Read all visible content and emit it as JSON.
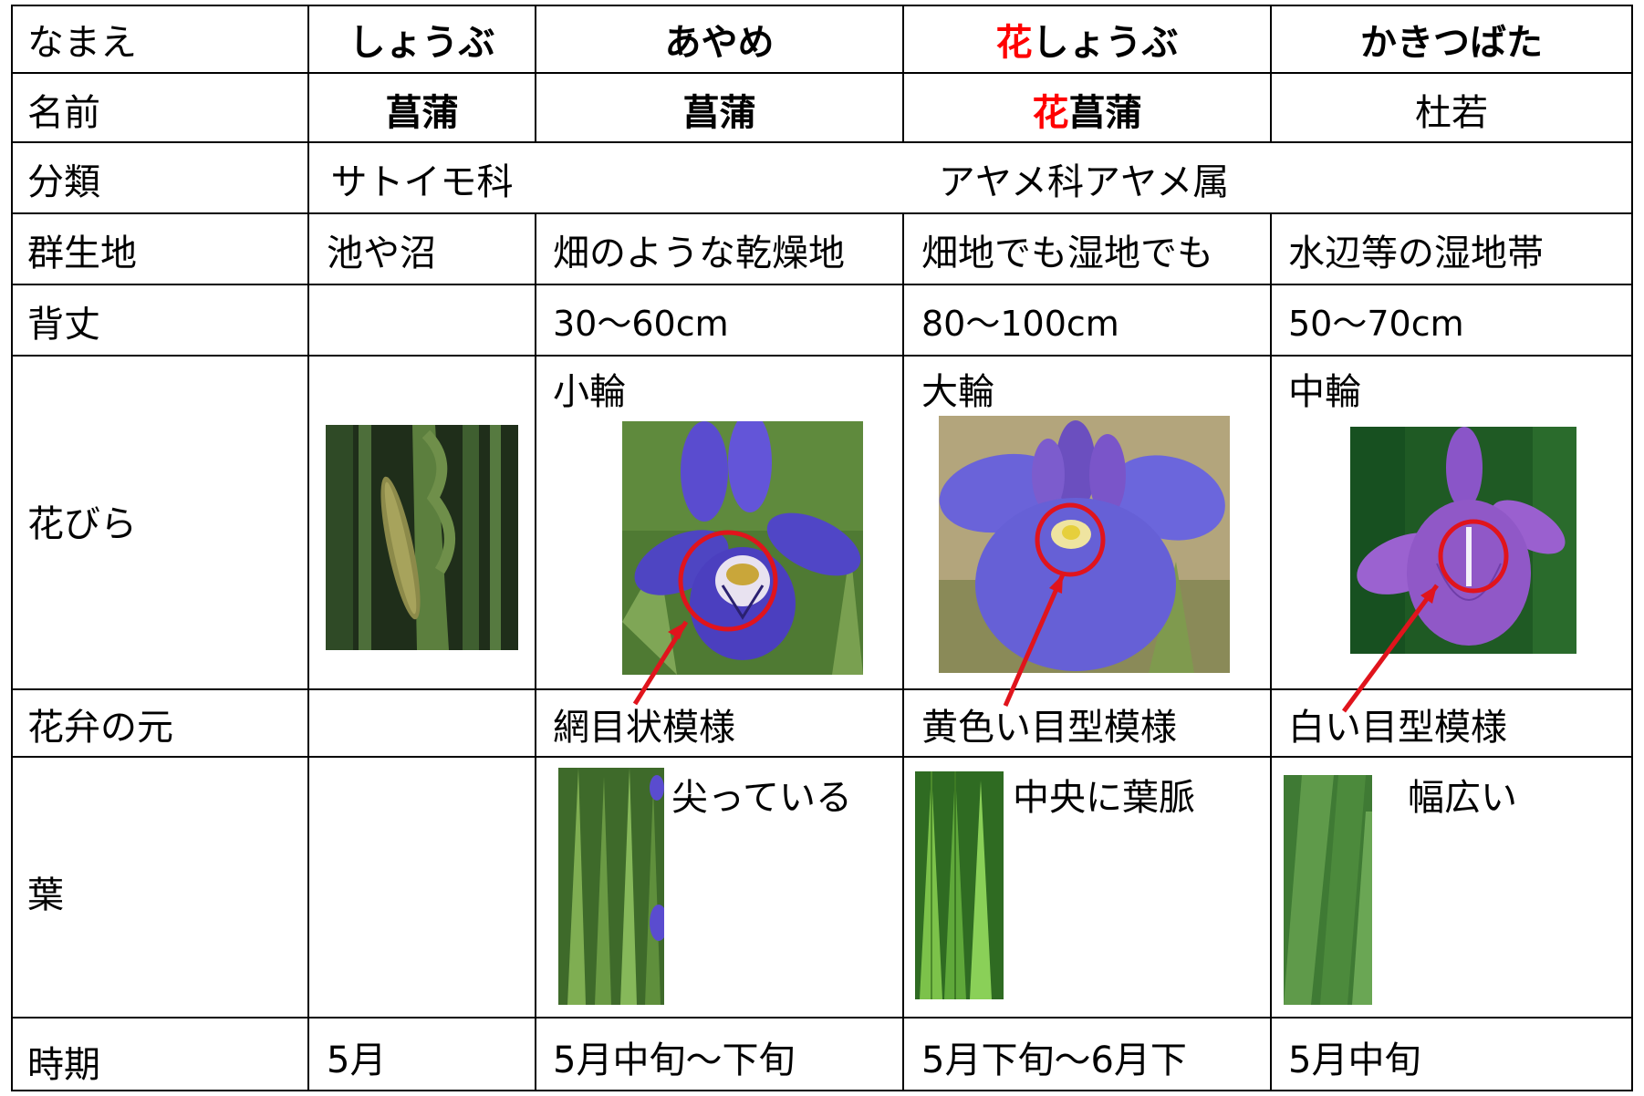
{
  "header": {
    "label": "なまえ",
    "shoubu": "しょうぶ",
    "ayame": "あやめ",
    "hanashoubu_accent": "花",
    "hanashoubu_rest": "しょうぶ",
    "kakitsubata": "かきつばた"
  },
  "rows": {
    "name": {
      "label": "名前",
      "shoubu": "菖蒲",
      "ayame": "菖蒲",
      "hana_accent": "花",
      "hana_rest": "菖蒲",
      "kakitsubata": "杜若"
    },
    "classification": {
      "label": "分類",
      "shoubu": "サトイモ科",
      "iris_group": "アヤメ科アヤメ属"
    },
    "habitat": {
      "label": "群生地",
      "shoubu": "池や沼",
      "ayame": "畑のような乾燥地",
      "hanashoubu": "畑地でも湿地でも",
      "kakitsubata": "水辺等の湿地帯"
    },
    "height": {
      "label": "背丈",
      "ayame": "30～60cm",
      "hanashoubu": "80～100cm",
      "kakitsubata": "50～70cm"
    },
    "petal": {
      "label": "花びら",
      "ayame": "小輪",
      "hanashoubu": "大輪",
      "kakitsubata": "中輪"
    },
    "petal_base": {
      "label": "花弁の元",
      "ayame": "網目状模様",
      "hanashoubu": "黄色い目型模様",
      "kakitsubata": "白い目型模様"
    },
    "leaf": {
      "label": "葉",
      "ayame": "尖っている",
      "hanashoubu": "中央に葉脈",
      "kakitsubata": "幅広い"
    },
    "season": {
      "label": "時期",
      "shoubu": "5月",
      "ayame": "5月中旬～下旬",
      "hanashoubu": "5月下旬～6月下",
      "kakitsubata": "5月中旬"
    }
  },
  "colors": {
    "accent_red": "#ff0000",
    "iris_purple": "#5b4fd4",
    "leaf_green": "#3e7a2c",
    "annotation_red": "#e0141c"
  },
  "icons": {
    "shoubu_flower": "calamus-spadix-photo",
    "ayame_flower": "ayame-iris-photo",
    "hanashoubu_flower": "hanashoubu-iris-photo",
    "kakitsubata_flower": "kakitsubata-iris-photo",
    "ayame_leaf": "ayame-leaf-photo",
    "hanashoubu_leaf": "hanashoubu-leaf-photo",
    "kakitsubata_leaf": "kakitsubata-leaf-photo"
  }
}
